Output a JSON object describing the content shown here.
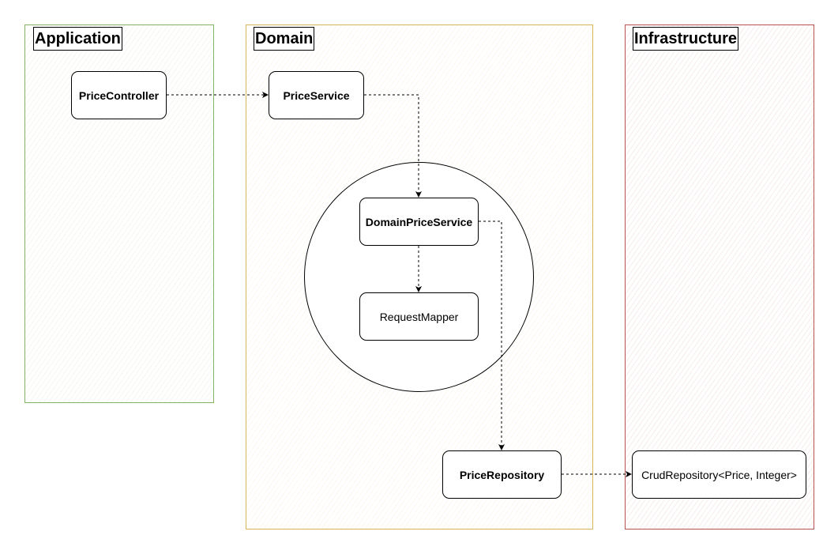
{
  "lanes": {
    "application": "Application",
    "domain": "Domain",
    "infrastructure": "Infrastructure"
  },
  "nodes": {
    "price_controller": "PriceController",
    "price_service": "PriceService",
    "domain_price_service": "DomainPriceService",
    "request_mapper": "RequestMapper",
    "price_repository": "PriceRepository",
    "crud_repository": "CrudRepository<Price, Integer>"
  },
  "colors": {
    "application": "#82b366",
    "domain": "#d6b656",
    "infrastructure": "#b85450"
  }
}
